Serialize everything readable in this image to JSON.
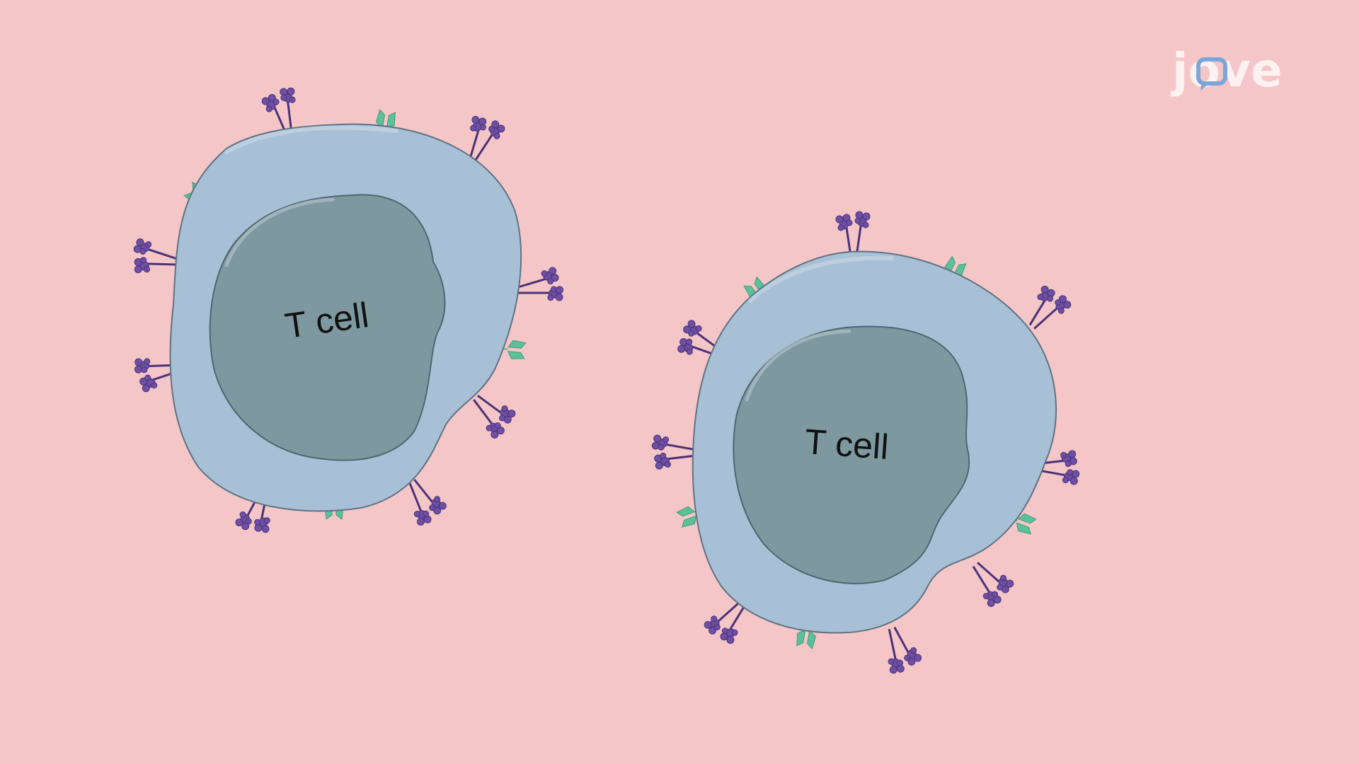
{
  "background_color": "#f5c6c7",
  "logo": {
    "text": "jove",
    "accent_color": "#7aa6d8"
  },
  "cells": [
    {
      "label": "T cell",
      "membrane_color": "#a8c0d6",
      "nucleus_color": "#7e98a0",
      "receptor_types": [
        "cluster-receptor",
        "antibody-receptor"
      ]
    },
    {
      "label": "T cell",
      "membrane_color": "#a8c0d6",
      "nucleus_color": "#7e98a0",
      "receptor_types": [
        "cluster-receptor",
        "antibody-receptor"
      ]
    }
  ],
  "colors": {
    "cluster_receptor": "#6e4fa3",
    "cluster_receptor_dark": "#4a3278",
    "antibody_head": "#5bc19a",
    "antibody_stem": "#cf6f72",
    "antibody_joint": "#e8d06a",
    "antibody_tail": "#3b3b3b"
  }
}
